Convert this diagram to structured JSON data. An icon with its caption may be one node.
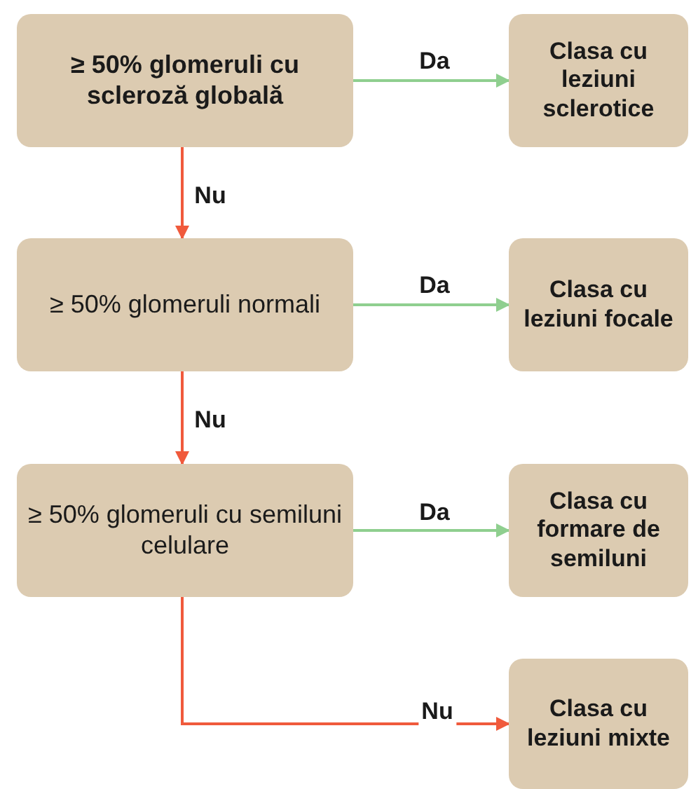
{
  "diagram": {
    "nodes": [
      {
        "text": [
          "≥ 50% glomeruli cu scleroză globală"
        ]
      },
      {
        "text": [
          "Clasa cu leziuni sclerotice"
        ]
      },
      {
        "text": [
          "≥ 50% glomeruli normali"
        ]
      },
      {
        "text": [
          "Clasa cu leziuni focale"
        ]
      },
      {
        "text": [
          "≥ 50% glomeruli cu semiluni celulare"
        ]
      },
      {
        "text": [
          "Clasa cu formare de semiluni"
        ]
      },
      {
        "text": [
          "Clasa cu leziuni mixte"
        ]
      }
    ],
    "edges": [
      {
        "from": 0,
        "to": 1,
        "arrow": "to",
        "label": "Da",
        "color": "#8fcf8f"
      },
      {
        "from": 0,
        "to": 2,
        "arrow": "to",
        "label": "Nu",
        "color": "#f05a3c"
      },
      {
        "from": 2,
        "to": 3,
        "arrow": "to",
        "label": "Da",
        "color": "#8fcf8f"
      },
      {
        "from": 2,
        "to": 4,
        "arrow": "to",
        "label": "Nu",
        "color": "#f05a3c"
      },
      {
        "from": 4,
        "to": 5,
        "arrow": "to",
        "label": "Da",
        "color": "#8fcf8f"
      },
      {
        "from": 4,
        "to": 6,
        "arrow": "to",
        "label": "Nu",
        "color": "#f05a3c"
      }
    ]
  }
}
